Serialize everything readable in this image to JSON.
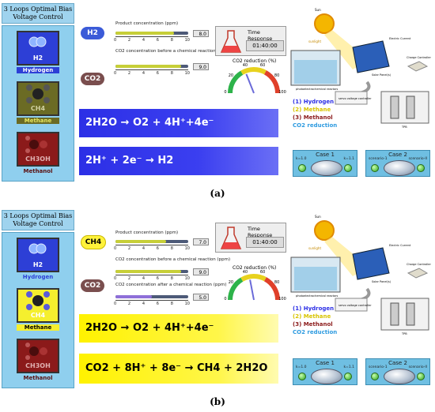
{
  "captions": {
    "a": "(a)",
    "b": "(b)"
  },
  "panel_a": {
    "app_title": "3 Loops Optimal Bias Voltage Control",
    "molecules": [
      {
        "symbol": "H2",
        "label": "Hydrogen",
        "state": "active"
      },
      {
        "symbol": "CH4",
        "label": "Methane",
        "state": "inactive"
      },
      {
        "symbol": "CH3OH",
        "label": "Methanol",
        "state": "inactive"
      }
    ],
    "product_badge": "H2",
    "co2_badge": "CO2",
    "meters": [
      {
        "label": "Product concentration (ppm)",
        "value": "8.0",
        "fill": 0.8
      },
      {
        "label": "CO2 concentration before a chemical reaction (ppm)",
        "value": "9.0",
        "fill": 0.9
      }
    ],
    "scale_ticks": [
      "0",
      "2",
      "4",
      "6",
      "8",
      "10"
    ],
    "time_response": {
      "label": "Time Response",
      "value": "01:40:00"
    },
    "co2_reduction": {
      "label": "CO2 reduction (%)",
      "ticks": [
        "20",
        "40",
        "60",
        "80",
        "100"
      ],
      "zero": "0",
      "value": 38
    },
    "equations": [
      "2H2O → O2 + 4H⁺+4e⁻",
      "2H⁺ + 2e⁻ →   H2"
    ],
    "legend": [
      "(1)  Hydrogen",
      "(2)  Methane",
      "(3)  Methanol",
      "CO2 reduction"
    ],
    "cases": [
      {
        "title": "Case 1",
        "left": "k=1.0",
        "right": "k=1.1"
      },
      {
        "title": "Case 2",
        "left": "scenario-1",
        "right": "scenario-II"
      }
    ],
    "diagram_labels": {
      "sun": "Sun",
      "sunlight": "sunlight",
      "solar": "Solar Panel(s)",
      "electric": "Electric Current",
      "charge": "Charge Controller",
      "reactor": "photoelectrochemical reactors",
      "servo": "servo voltage controller",
      "tank": "TPB"
    }
  },
  "panel_b": {
    "app_title": "3 Loops Optimal Bias Voltage Control",
    "molecules": [
      {
        "symbol": "H2",
        "label": "Hydrogen",
        "state": "inactive"
      },
      {
        "symbol": "CH4",
        "label": "Methane",
        "state": "active"
      },
      {
        "symbol": "CH3OH",
        "label": "Methanol",
        "state": "inactive"
      }
    ],
    "product_badge": "CH4",
    "co2_badge": "CO2",
    "meters": [
      {
        "label": "Product concentration (ppm)",
        "value": "7.0",
        "fill": 0.7
      },
      {
        "label": "CO2 concentration before a chemical reaction (ppm)",
        "value": "9.0",
        "fill": 0.9
      },
      {
        "label": "CO2 concentration after a chemical reaction (ppm)",
        "value": "5.0",
        "fill": 0.5
      }
    ],
    "scale_ticks": [
      "0",
      "2",
      "4",
      "6",
      "8",
      "10"
    ],
    "time_response": {
      "label": "Time Response",
      "value": "01:40:00"
    },
    "co2_reduction": {
      "label": "CO2 reduction (%)",
      "ticks": [
        "20",
        "40",
        "60",
        "80",
        "100"
      ],
      "zero": "0",
      "value": 44
    },
    "equations": [
      "2H2O → O2 + 4H⁺+4e⁻",
      "CO2 + 8H⁺ + 8e⁻ → CH4 + 2H2O"
    ],
    "legend": [
      "(1)  Hydrogen",
      "(2)  Methane",
      "(3)  Methanol",
      "CO2 reduction"
    ],
    "cases": [
      {
        "title": "Case 1",
        "left": "k=1.0",
        "right": "k=1.1"
      },
      {
        "title": "Case 2",
        "left": "scenario-1",
        "right": "scenario-II"
      }
    ],
    "diagram_labels": {
      "sun": "Sun",
      "sunlight": "sunlight",
      "solar": "Solar Panel(s)",
      "electric": "Electric Current",
      "charge": "Charge Controller",
      "reactor": "photoelectrochemical reactors",
      "servo": "servo voltage controller",
      "tank": "TPB"
    }
  },
  "colors": {
    "accent_blue": "#2c2fe6",
    "accent_yellow": "#fff200",
    "panel_bg": "#8fcfee",
    "gauge_needle": "#6a6ad8"
  }
}
